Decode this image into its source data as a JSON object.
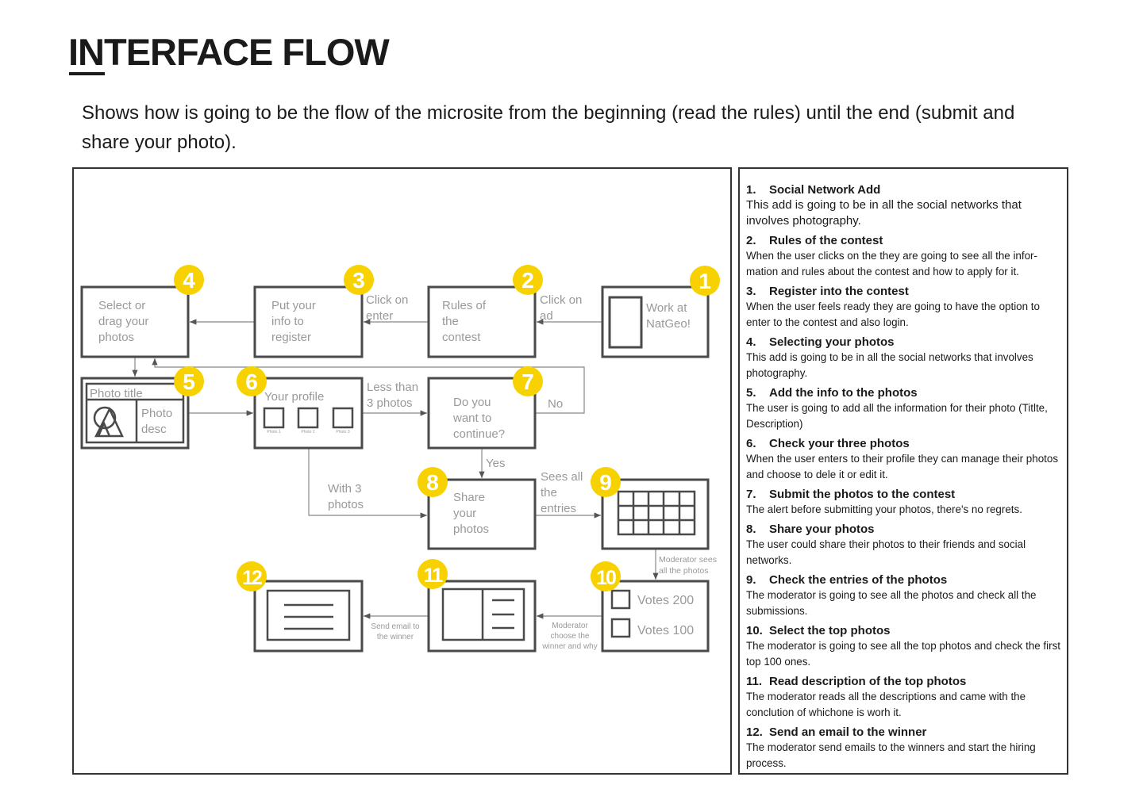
{
  "title": "INTERFACE FLOW",
  "subtitle": "Shows how is going to be the flow of the microsite from the beginning (read the rules) until the end (submit and share your photo).",
  "colors": {
    "badge": "#f7d100",
    "box": "#4a4a4a",
    "label": "#999999"
  },
  "diagram": {
    "screens": {
      "s1": [
        "Work at",
        "NatGeo!"
      ],
      "s2": [
        "Rules of",
        "the",
        "contest"
      ],
      "s3": [
        "Put your",
        "info to",
        "register"
      ],
      "s4": [
        "Select or",
        "drag your",
        "photos"
      ],
      "s5": {
        "title": "Photo title",
        "desc": [
          "Photo",
          "desc"
        ]
      },
      "s6": {
        "title": "Your profile",
        "photos": [
          "Photo 1",
          "Photo 2",
          "Photo 3"
        ]
      },
      "s7": [
        "Do you",
        "want to",
        "continue?"
      ],
      "s8": [
        "Share",
        "your",
        "photos"
      ],
      "s10": [
        "Votes 200",
        "Votes 100"
      ]
    },
    "badges": [
      "1",
      "2",
      "3",
      "4",
      "5",
      "6",
      "7",
      "8",
      "9",
      "10",
      "11",
      "12"
    ],
    "edges": {
      "click_ad": [
        "Click on",
        "ad"
      ],
      "click_enter": [
        "Click on",
        "enter"
      ],
      "less_than": [
        "Less than",
        "3 photos"
      ],
      "no": "No",
      "yes": "Yes",
      "with3": [
        "With 3",
        "photos"
      ],
      "sees_all": [
        "Sees all",
        "the",
        "entries"
      ],
      "moderator_sees": [
        "Moderator sees",
        "all the photos"
      ],
      "moderator_choose": [
        "Moderator",
        "choose the",
        "winner and why"
      ],
      "send_email": [
        "Send email to",
        "the winner"
      ]
    }
  },
  "notes": [
    {
      "n": "1.",
      "title": "Social Network Add",
      "body": "This add is going to be in all the social networks that involves photography."
    },
    {
      "n": "2.",
      "title": "Rules of the contest",
      "body": "When the user clicks on the they are going to see all the infor-mation and rules about the contest and how to apply for it."
    },
    {
      "n": "3.",
      "title": "Register into the contest",
      "body": "When the user feels ready they are going to have the option to enter to the contest and also login."
    },
    {
      "n": "4.",
      "title": "Selecting your photos",
      "body": "This add is going to be in all the social networks that involves photography."
    },
    {
      "n": "5.",
      "title": "Add the info to the photos",
      "body": "The user is going to add all the information for their photo (Titlte, Description)"
    },
    {
      "n": "6.",
      "title": "Check your three photos",
      "body": "When the user enters to their profile they can manage their photos and choose to dele it or edit it."
    },
    {
      "n": "7.",
      "title": "Submit the photos to the contest",
      "body": "The alert before submitting your photos, there's no regrets."
    },
    {
      "n": "8.",
      "title": "Share your photos",
      "body": "The user could share their photos to their friends and social networks."
    },
    {
      "n": "9.",
      "title": "Check the entries of the photos",
      "body": "The moderator is going to see all the photos and check all the submissions."
    },
    {
      "n": "10.",
      "title": "Select the top photos",
      "body": "The moderator is going to see all the top photos and check the first top 100 ones."
    },
    {
      "n": "11.",
      "title": "Read description of the top photos",
      "body": "The moderator reads all the descriptions and came with the conclution of whichone is worh it."
    },
    {
      "n": "12.",
      "title": "Send an email to the winner",
      "body": "The moderator send emails to the winners and start the hiring process."
    }
  ]
}
